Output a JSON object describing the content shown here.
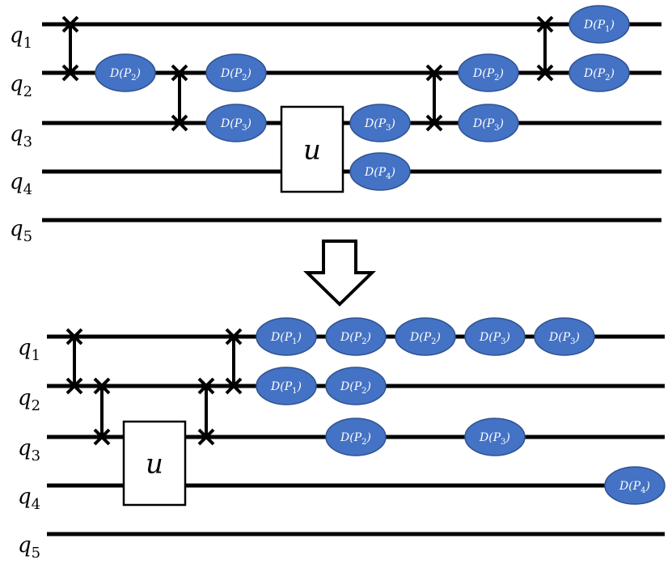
{
  "top_circuit": {
    "qubits": [
      "q1",
      "q2",
      "q3",
      "q4",
      "q5"
    ],
    "unitary_label": "u",
    "swaps": [
      {
        "between": [
          "q1",
          "q2"
        ]
      },
      {
        "between": [
          "q2",
          "q3"
        ]
      },
      {
        "between": [
          "q2",
          "q3"
        ]
      },
      {
        "between": [
          "q1",
          "q2"
        ]
      }
    ],
    "gates": [
      {
        "qubit": "q2",
        "P": "P2"
      },
      {
        "qubit": "q2",
        "P": "P2"
      },
      {
        "qubit": "q3",
        "P": "P3"
      },
      {
        "qubit": "q3",
        "P": "P3"
      },
      {
        "qubit": "q4",
        "P": "P4"
      },
      {
        "qubit": "q2",
        "P": "P2"
      },
      {
        "qubit": "q3",
        "P": "P3"
      },
      {
        "qubit": "q1",
        "P": "P1"
      },
      {
        "qubit": "q2",
        "P": "P2"
      }
    ]
  },
  "arrow": "down-arrow",
  "bottom_circuit": {
    "qubits": [
      "q1",
      "q2",
      "q3",
      "q4",
      "q5"
    ],
    "unitary_label": "u",
    "swaps": [
      {
        "between": [
          "q1",
          "q2"
        ]
      },
      {
        "between": [
          "q2",
          "q3"
        ]
      },
      {
        "between": [
          "q2",
          "q3"
        ]
      },
      {
        "between": [
          "q1",
          "q2"
        ]
      }
    ],
    "gates": [
      {
        "qubit": "q1",
        "P": "P1"
      },
      {
        "qubit": "q1",
        "P": "P2"
      },
      {
        "qubit": "q1",
        "P": "P2"
      },
      {
        "qubit": "q1",
        "P": "P3"
      },
      {
        "qubit": "q1",
        "P": "P3"
      },
      {
        "qubit": "q2",
        "P": "P1"
      },
      {
        "qubit": "q2",
        "P": "P2"
      },
      {
        "qubit": "q3",
        "P": "P2"
      },
      {
        "qubit": "q3",
        "P": "P3"
      },
      {
        "qubit": "q4",
        "P": "P4"
      }
    ]
  },
  "colors": {
    "wire": "#000000",
    "gate_fill": "#4472c4",
    "gate_stroke": "#2f528f",
    "gate_text": "#ffffff",
    "box_fill": "#ffffff"
  }
}
